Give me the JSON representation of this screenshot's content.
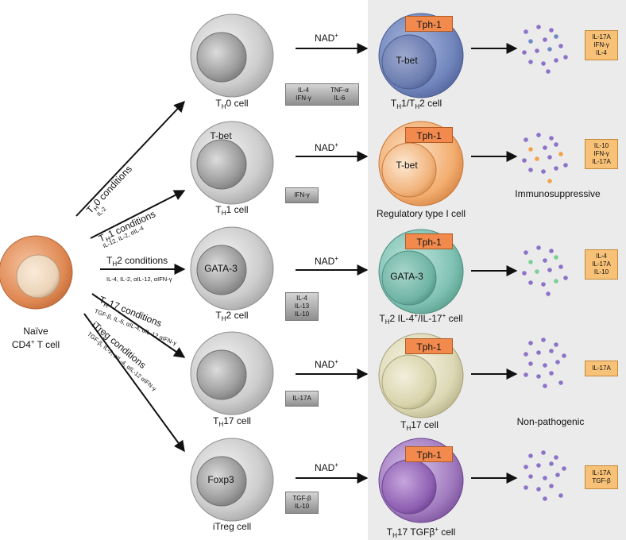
{
  "naive": {
    "line1": "Naïve",
    "line2": "CD4",
    "sup": "+",
    "line3": " T cell"
  },
  "nad": {
    "label": "NAD",
    "sup": "+"
  },
  "tph": "Tph-1",
  "conditions": [
    {
      "T": "T",
      "H": "H",
      "rest": "0 conditions",
      "cytokines": "IL-2"
    },
    {
      "T": "T",
      "H": "H",
      "rest": "1 conditions",
      "cytokines": "IL-12, IL-2, αIL-4"
    },
    {
      "T": "T",
      "H": "H",
      "rest": "2 conditions",
      "cytokines": "IL-4, IL-2, αIL-12, αIFN-γ"
    },
    {
      "T": "T",
      "H": "H",
      "rest": "17 conditions",
      "cytokines": "TGF-β, IL-6, αIL-4, αIL-12 αIFN-γ"
    },
    {
      "T": "",
      "H": "",
      "rest": "iTreg conditions",
      "cytokines": "TGF-β, IL-2, αIL-4, αIL-12 αIFN-γ"
    }
  ],
  "left_cells": [
    {
      "T": "T",
      "H": "H",
      "rest": "0 cell",
      "nucleus": ""
    },
    {
      "T": "T",
      "H": "H",
      "rest": "1 cell",
      "nucleus": "T-bet"
    },
    {
      "T": "T",
      "H": "H",
      "rest": "2 cell",
      "nucleus": "GATA-3"
    },
    {
      "T": "T",
      "H": "H",
      "rest": "17 cell",
      "nucleus": ""
    },
    {
      "T": "",
      "H": "",
      "rest": "iTreg cell",
      "nucleus": "Foxp3"
    }
  ],
  "left_boxes": {
    "r0": {
      "col1": [
        "IL-4",
        "IFN-γ"
      ],
      "col2": [
        "TNF-α",
        "IL-6"
      ]
    },
    "r1": [
      "IFN-γ"
    ],
    "r2": [
      "IL-4",
      "IL-13",
      "IL-10"
    ],
    "r3": [
      "IL-17A"
    ],
    "r4": [
      "TGF-β",
      "IL-10"
    ]
  },
  "right_cells": [
    {
      "nucleus": "T-bet",
      "label": {
        "a": "T",
        "b": "H",
        "c": "1/T",
        "d": "H",
        "e": "2 cell",
        "sup": ""
      }
    },
    {
      "nucleus": "T-bet",
      "label_plain": "Regulatory type I cell"
    },
    {
      "nucleus": "GATA-3",
      "label": {
        "a": "T",
        "b": "H",
        "c": "2 IL-4",
        "sup": "+",
        "e": "/IL-17",
        "sup2": "+",
        "f": " cell"
      }
    },
    {
      "nucleus": "",
      "label": {
        "a": "T",
        "b": "H",
        "c": "17 cell"
      }
    },
    {
      "nucleus": "",
      "label": {
        "a": "T",
        "b": "H",
        "c": "17 TGFβ",
        "sup": "+",
        "e": " cell"
      }
    }
  ],
  "right_boxes": [
    [
      "IL-17A",
      "IFN-γ",
      "IL-4"
    ],
    [
      "IL-10",
      "IFN-γ",
      "IL-17A"
    ],
    [
      "IL-4",
      "IL-17A",
      "IL-10"
    ],
    [
      "IL-17A"
    ],
    [
      "IL-17A",
      "TGF-β"
    ]
  ],
  "notes": {
    "immunosuppressive": "Immunosuppressive",
    "nonpathogenic": "Non-pathogenic"
  },
  "colors": {
    "naive": "#e08a55",
    "gray_cell": "#c9c9c9",
    "panel": "#ebebeb",
    "th1th2": "#7186bd",
    "tr1": "#f3ae70",
    "th2": "#7fc2b4",
    "th17": "#ddd9b6",
    "th17tgf": "#a17bbf",
    "tph": "#f28a4e",
    "box": "#f7c177",
    "dot_purple": "#8c73c8",
    "dot_orange": "#f3a14a",
    "dot_green": "#7ccf95",
    "dot_blue": "#6d8bc6"
  }
}
